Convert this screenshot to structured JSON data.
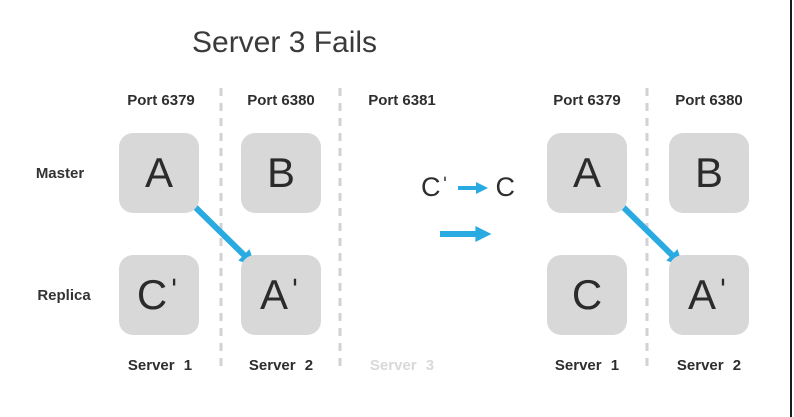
{
  "title": "Server 3 Fails",
  "colors": {
    "accent_blue": "#29ABE2",
    "box_fill": "#D8D8D8",
    "text_dark": "#2E2E2E",
    "muted_label": "#D9D9D9",
    "separator_gray": "#D2D2D2"
  },
  "left_cluster": {
    "ports": [
      "Port 6379",
      "Port 6380",
      "Port 6381"
    ],
    "row_labels": [
      "Master",
      "Replica"
    ],
    "cells": [
      "A",
      "B",
      "Cˈ",
      "Aˈ"
    ],
    "servers": [
      "Server 1",
      "Server 2",
      "Server 3"
    ]
  },
  "transition": {
    "from": "Cˈ",
    "to": "C"
  },
  "right_cluster": {
    "ports": [
      "Port 6379",
      "Port 6380"
    ],
    "cells": [
      "A",
      "B",
      "C",
      "Aˈ"
    ],
    "servers": [
      "Server 1",
      "Server 2"
    ]
  }
}
